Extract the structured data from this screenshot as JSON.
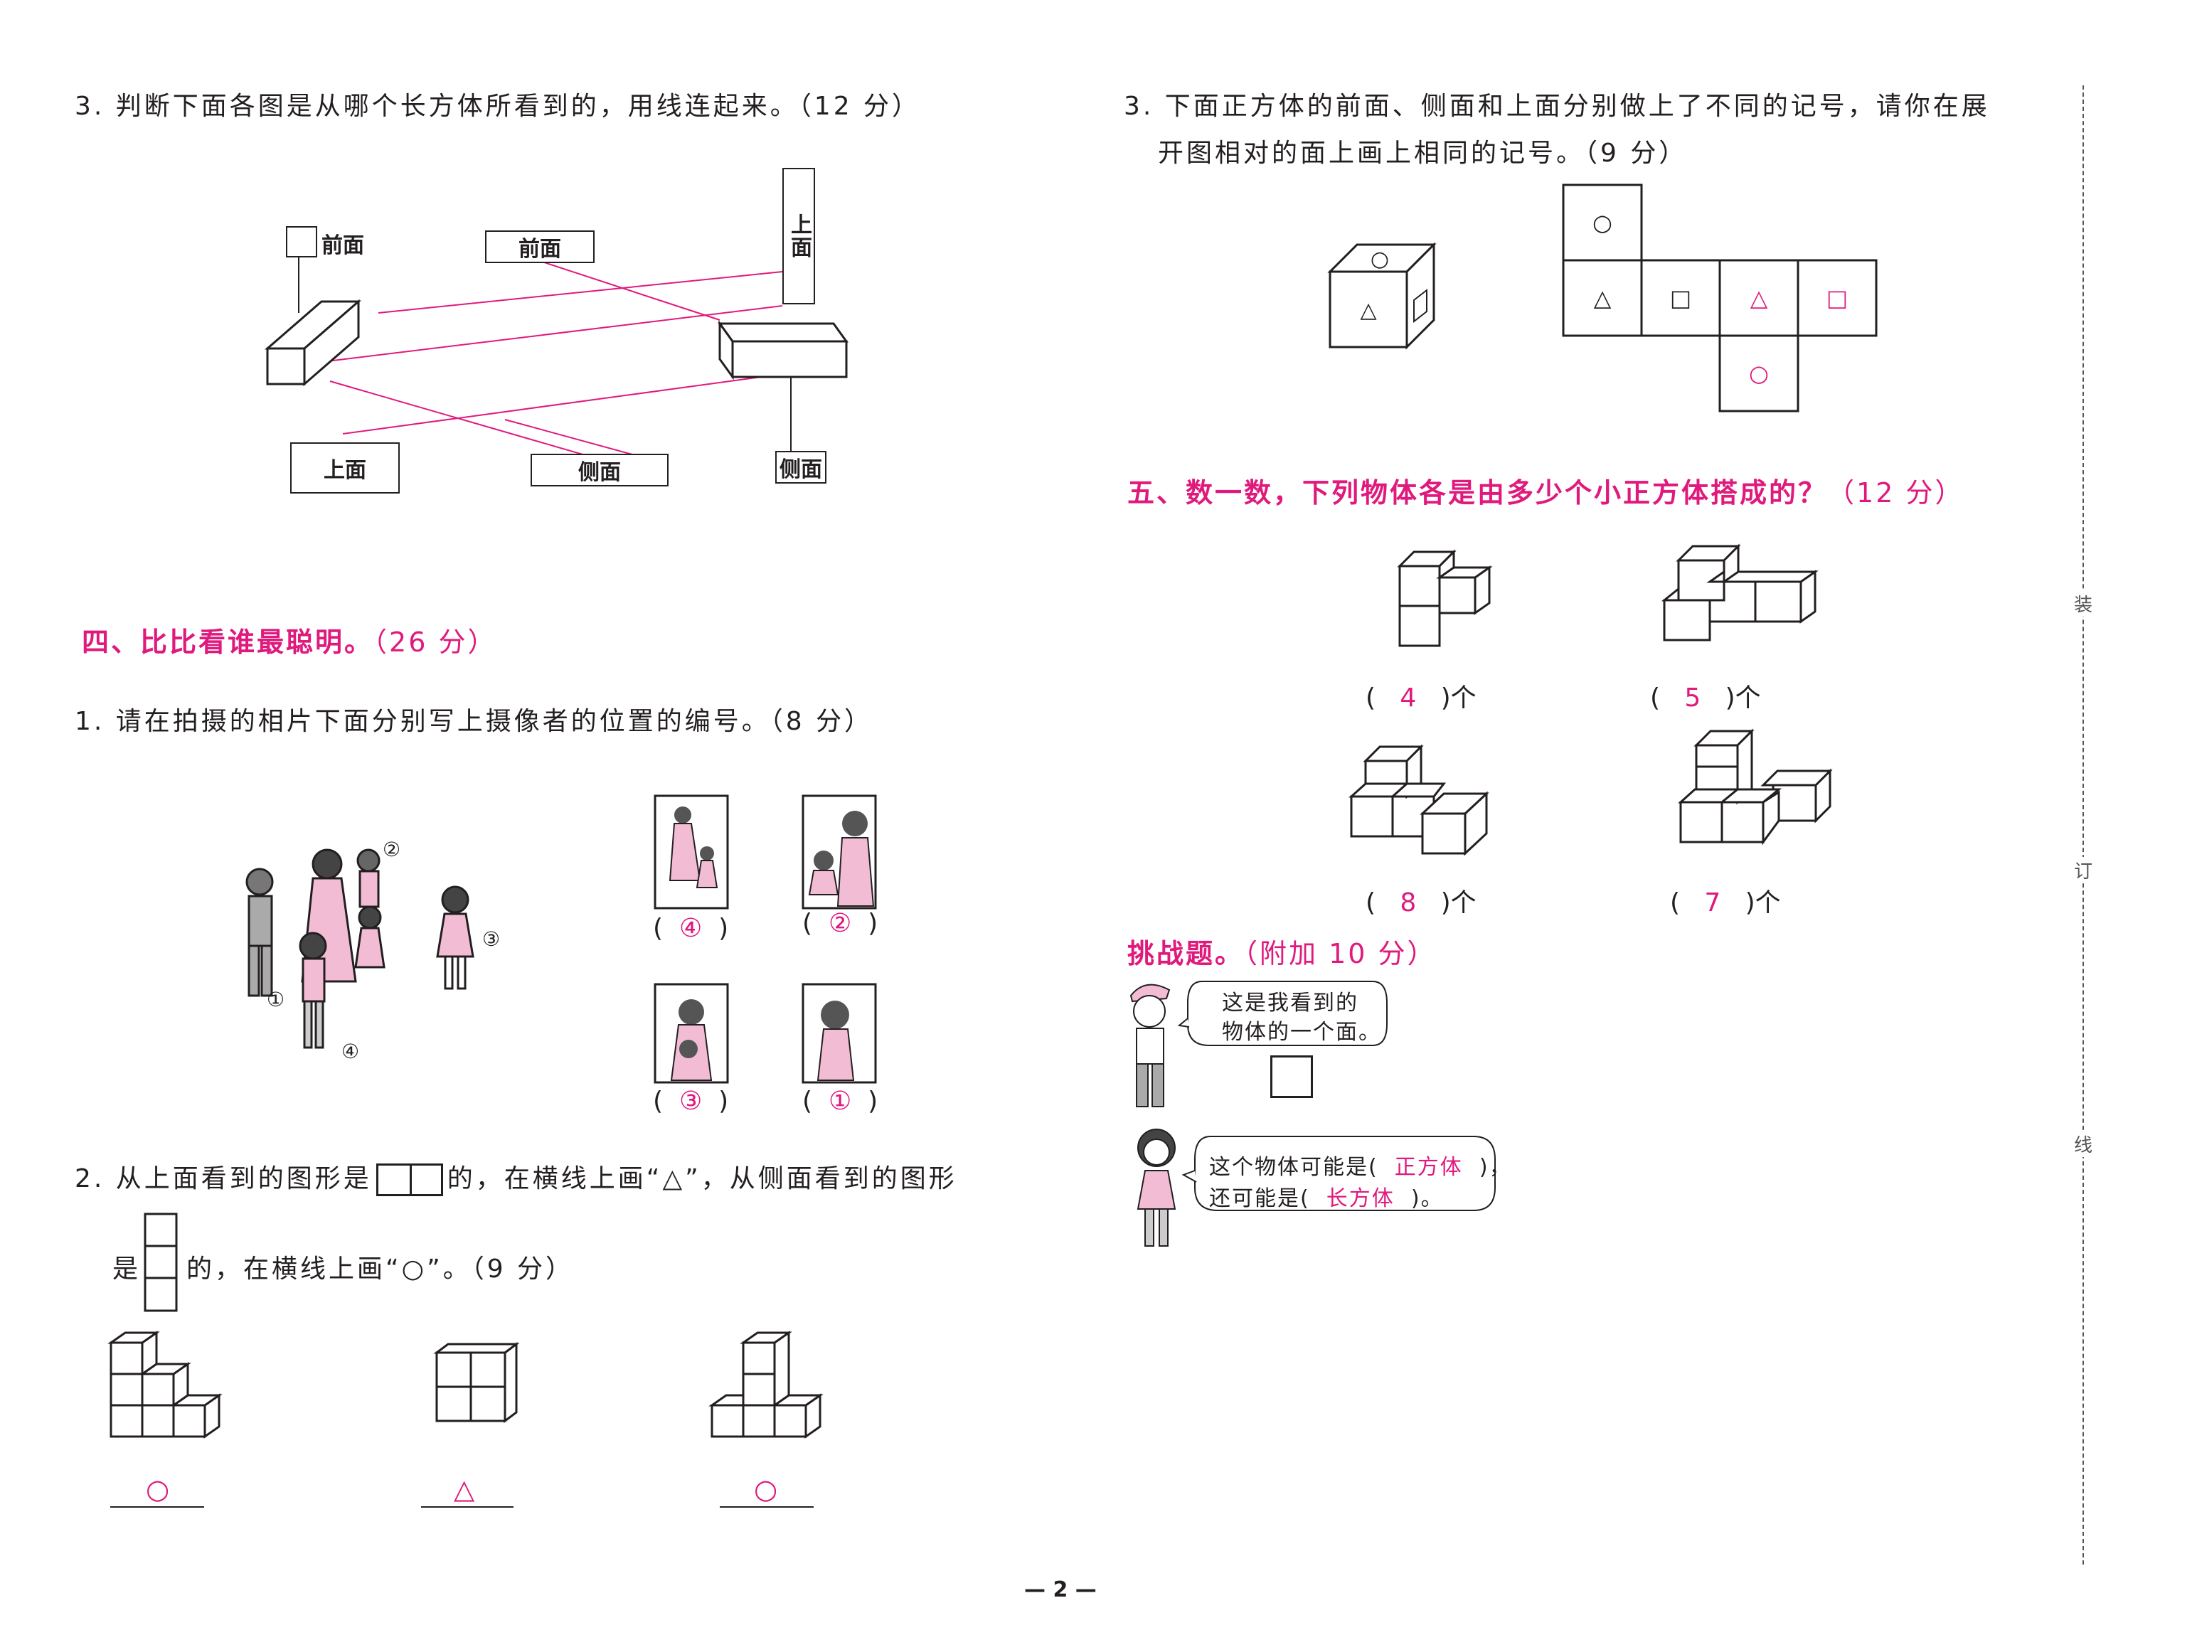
{
  "left": {
    "q3": {
      "title": "3. 判断下面各图是从哪个长方体所看到的，用线连起来。（12 分）",
      "labels": {
        "front_small": "前面",
        "front_long": "前面",
        "top_tall": "上面",
        "top_box": "上面",
        "side_long": "侧面",
        "side_small": "侧面"
      }
    },
    "section4": {
      "title": "四、比比看谁最聪明。",
      "score": "（26 分）"
    },
    "q1": {
      "title": "1. 请在拍摄的相片下面分别写上摄像者的位置的编号。（8 分）",
      "positions": [
        "①",
        "②",
        "③",
        "④"
      ],
      "answers": [
        "④",
        "②",
        "③",
        "①"
      ]
    },
    "q2": {
      "title_a": "2. 从上面看到的图形是",
      "title_b": "的，在横线上画“△”，从侧面看到的图形",
      "title_c": "是",
      "title_d": "的，在横线上画“○”。（9 分）",
      "answers": [
        "○",
        "△",
        "○"
      ]
    }
  },
  "right": {
    "q3": {
      "title_a": "3. 下面正方体的前面、侧面和上面分别做上了不同的记号，请你在展",
      "title_b": "开图相对的面上画上相同的记号。（9 分）",
      "given": [
        "○",
        "△",
        "□"
      ],
      "answers": [
        "△",
        "□",
        "○"
      ]
    },
    "section5": {
      "title": "五、数一数，下列物体各是由多少个小正方体搭成的？",
      "score": "（12 分）"
    },
    "counts": [
      "4",
      "5",
      "8",
      "7"
    ],
    "unit": "个",
    "challenge": {
      "title": "挑战题。",
      "score": "（附加 10 分）",
      "boy_line1": "这是我看到的",
      "boy_line2": "物体的一个面。",
      "girl_a": "这个物体可能是(",
      "girl_ans1": "正方体",
      "girl_b": ")，",
      "girl_c": "还可能是(",
      "girl_ans2": "长方体",
      "girl_d": ")。"
    }
  },
  "margin": [
    "装",
    "订",
    "线"
  ],
  "page_number": "— 2 —"
}
